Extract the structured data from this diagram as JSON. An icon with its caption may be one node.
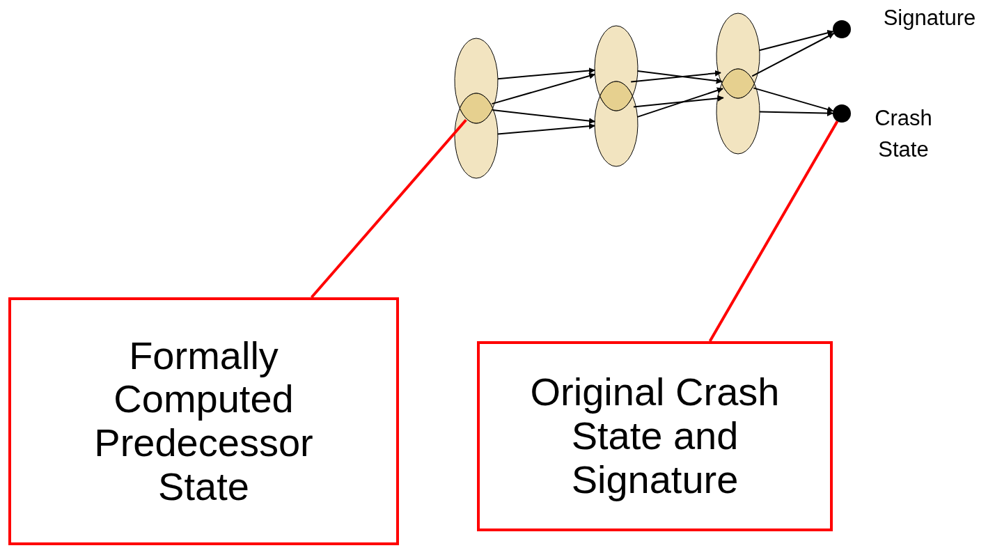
{
  "diagram": {
    "nodes": [
      {
        "text": [],
        "shape": "ellipse"
      },
      {
        "text": [],
        "shape": "ellipse"
      },
      {
        "text": [],
        "shape": "lens"
      },
      {
        "text": [],
        "shape": "ellipse"
      },
      {
        "text": [],
        "shape": "ellipse"
      },
      {
        "text": [],
        "shape": "lens"
      },
      {
        "text": [],
        "shape": "ellipse"
      },
      {
        "text": [],
        "shape": "ellipse"
      },
      {
        "text": [],
        "shape": "lens"
      },
      {
        "text": [],
        "shape": "circle",
        "beside": [
          "Signature"
        ]
      },
      {
        "text": [],
        "shape": "circle",
        "beside": [
          "Crash State"
        ]
      },
      {
        "text": [
          "Formally Computed Predecessor State"
        ]
      },
      {
        "text": [
          "Original Crash State and Signature"
        ]
      }
    ],
    "edges": [
      {
        "from": 0,
        "to": 3,
        "arrow": "to"
      },
      {
        "from": 2,
        "to": 3,
        "arrow": "to"
      },
      {
        "from": 2,
        "to": 4,
        "arrow": "to"
      },
      {
        "from": 1,
        "to": 4,
        "arrow": "to"
      },
      {
        "from": 3,
        "to": 8,
        "arrow": "to"
      },
      {
        "from": 5,
        "to": 8,
        "arrow": "to"
      },
      {
        "from": 5,
        "to": 8,
        "arrow": "to"
      },
      {
        "from": 4,
        "to": 8,
        "arrow": "to"
      },
      {
        "from": 6,
        "to": 9,
        "arrow": "to"
      },
      {
        "from": 8,
        "to": 9,
        "arrow": "to"
      },
      {
        "from": 8,
        "to": 10,
        "arrow": "to"
      },
      {
        "from": 7,
        "to": 10,
        "arrow": "to"
      },
      {
        "from": 11,
        "to": 2,
        "arrow": "none",
        "color": "#ff0000"
      },
      {
        "from": 12,
        "to": 10,
        "arrow": "none",
        "color": "#ff0000"
      }
    ]
  }
}
